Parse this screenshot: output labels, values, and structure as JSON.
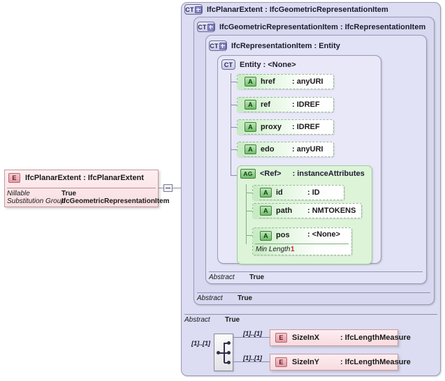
{
  "root_element": {
    "badge": "E",
    "title": "IfcPlanarExtent : IfcPlanarExtent",
    "properties": [
      {
        "key": "Nillable",
        "value": "True"
      },
      {
        "key": "Substitution Group",
        "value": "IfcGeometricRepresentationItem"
      }
    ]
  },
  "panels": [
    {
      "badge": "CT",
      "expandable": true,
      "title": "IfcPlanarExtent : IfcGeometricRepresentationItem",
      "abstract_key": "Abstract",
      "abstract_value": "True"
    },
    {
      "badge": "CT",
      "expandable": true,
      "title": "IfcGeometricRepresentationItem : IfcRepresentationItem",
      "abstract_key": "Abstract",
      "abstract_value": "True"
    },
    {
      "badge": "CT",
      "expandable": true,
      "title": "IfcRepresentationItem : Entity",
      "abstract_key": "Abstract",
      "abstract_value": "True"
    },
    {
      "badge": "CT",
      "expandable": false,
      "title": "Entity    : <None>"
    }
  ],
  "entity_attributes": [
    {
      "badge": "A",
      "name": "href",
      "type": ": anyURI"
    },
    {
      "badge": "A",
      "name": "ref",
      "type": ": IDREF"
    },
    {
      "badge": "A",
      "name": "proxy",
      "type": ": IDREF"
    },
    {
      "badge": "A",
      "name": "edo",
      "type": ": anyURI"
    }
  ],
  "attribute_group": {
    "badge": "AG",
    "name": "<Ref>",
    "type": ": instanceAttributes",
    "attributes": [
      {
        "badge": "A",
        "name": "id",
        "type": ": ID"
      },
      {
        "badge": "A",
        "name": "path",
        "type": ": NMTOKENS"
      },
      {
        "badge": "A",
        "name": "pos",
        "type": ": <None>",
        "facet_key": "Min Length",
        "facet_value": "1"
      }
    ]
  },
  "sequence": {
    "icon": "sequence-icon",
    "cardinality": "[1]..[1]",
    "children": [
      {
        "badge": "E",
        "cardinality": "[1]..[1]",
        "name": "SizeInX",
        "type": ": IfcLengthMeasure"
      },
      {
        "badge": "E",
        "cardinality": "[1]..[1]",
        "name": "SizeInY",
        "type": ": IfcLengthMeasure"
      }
    ]
  },
  "colors": {
    "panel_bg": "#dcdcf2",
    "element_pink": "#f9dfe2",
    "attribute_green": "#c7ecc3",
    "group_green": "#ddf4d9",
    "line": "#8c8ca8",
    "facet_red": "#cc2222"
  }
}
